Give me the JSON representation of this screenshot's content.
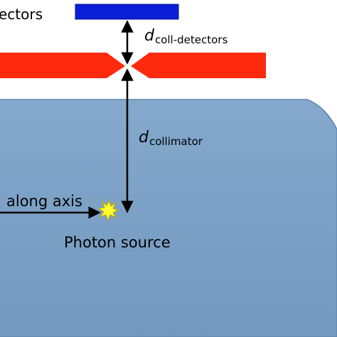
{
  "labels": {
    "detectors": "ectors",
    "d_symbol": "d",
    "coll_detectors_sub": "coll-detectors",
    "collimator_sub": "collimator",
    "along_axis": "along axis",
    "photon_source": "Photon source"
  },
  "colors": {
    "detector": "#0a1fd6",
    "collimator": "#ff2a0d",
    "body_fill": "#7ea4c8",
    "body_edge": "#5f86ad",
    "arrow": "#000000",
    "photon_fill": "#ffff2b",
    "photon_edge": "#c8a000"
  }
}
